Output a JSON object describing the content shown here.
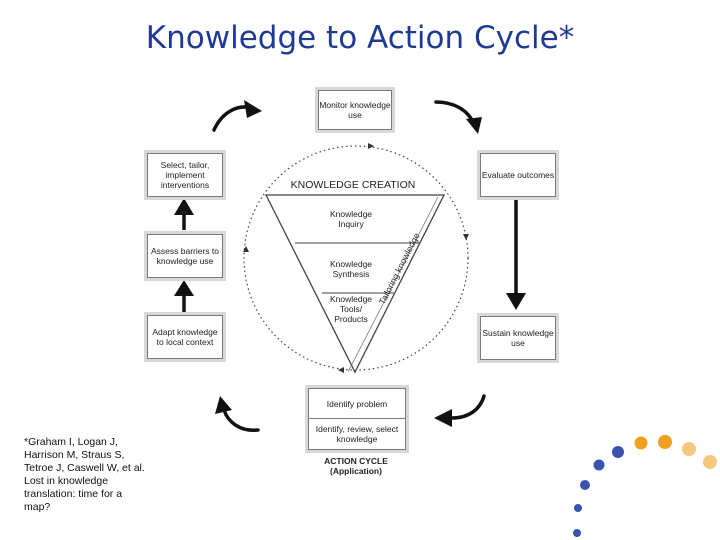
{
  "title": "Knowledge to Action Cycle*",
  "citation": "*Graham I, Logan J, Harrison M, Straus S, Tetroe J, Caswell W, et al. Lost in knowledge translation: time for a map?",
  "knowledge_creation": {
    "label": "KNOWLEDGE CREATION",
    "tailoring": "Tailoring knowledge",
    "levels": [
      "Knowledge Inquiry",
      "Knowledge Synthesis",
      "Knowledge Tools/ Products"
    ]
  },
  "action_cycle": {
    "monitor": "Monitor knowledge use",
    "evaluate": "Evaluate outcomes",
    "sustain": "Sustain knowledge use",
    "identify_problem": "Identify problem",
    "identify_review": "Identify, review, select knowledge",
    "adapt": "Adapt knowledge to local context",
    "assess": "Assess barriers to knowledge use",
    "select": "Select, tailor, implement interventions",
    "label_line1": "ACTION CYCLE",
    "label_line2": "(Application)"
  },
  "colors": {
    "title": "#1f3a93",
    "dot_orange": "#f0a020",
    "dot_blue": "#3a52b0",
    "dot_light_orange": "#f5c880"
  }
}
